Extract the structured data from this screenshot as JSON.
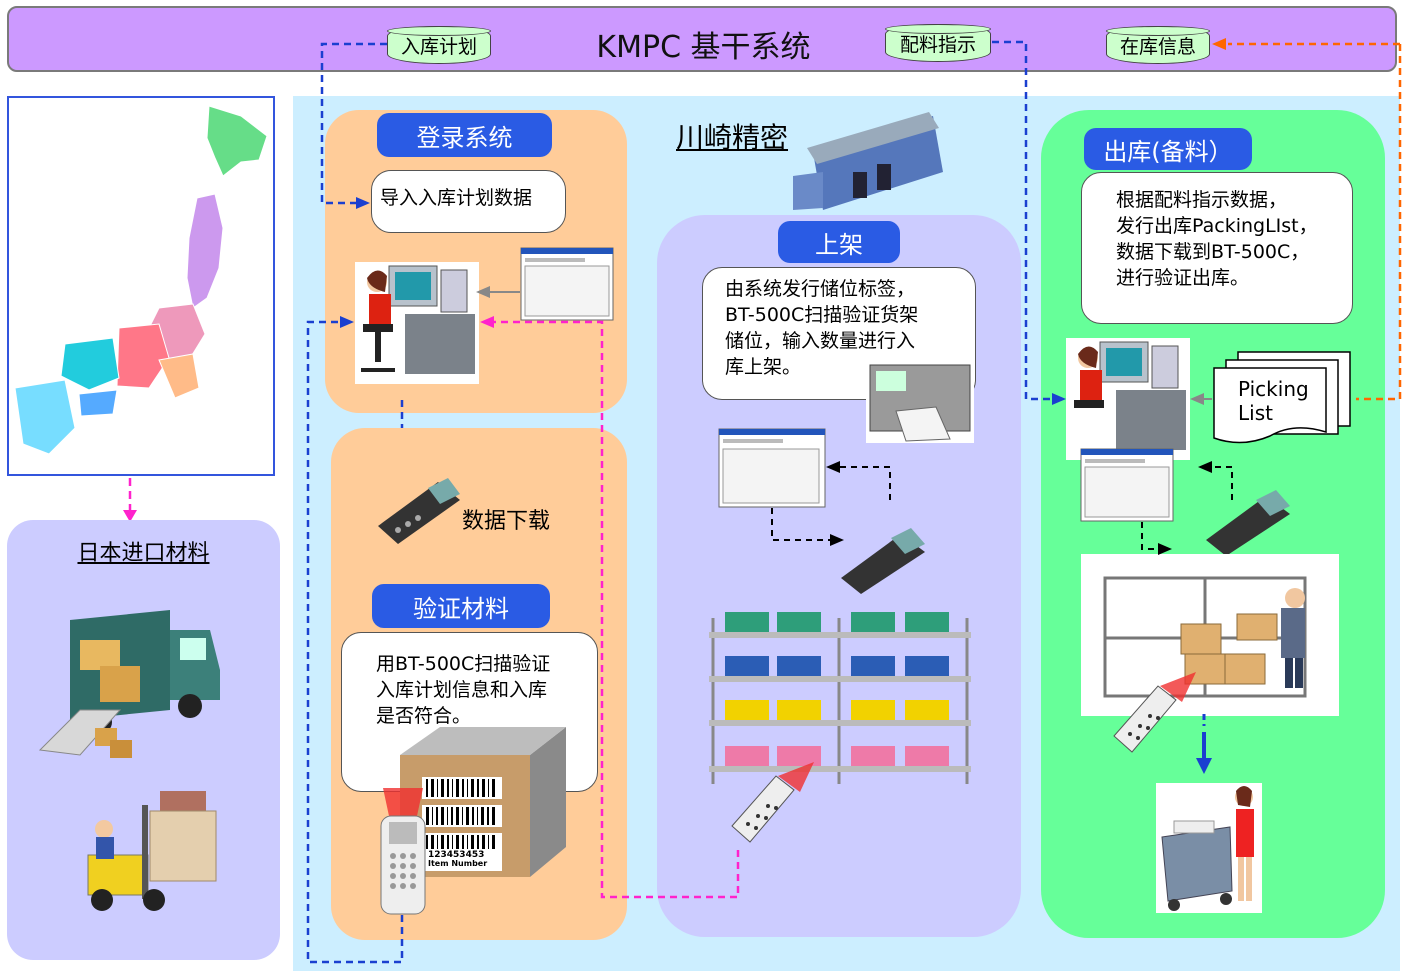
{
  "system": {
    "title": "KMPC  基干系统",
    "db_inbound_plan": "入库计划",
    "db_picking_instruction": "配料指示",
    "db_inventory_info": "在库信息"
  },
  "japan": {
    "label": "日本进口材料"
  },
  "kawasaki": {
    "label": "川崎精密"
  },
  "register": {
    "title": "登录系统",
    "import_note": "导入入库计划数据"
  },
  "download": {
    "label": "数据下载"
  },
  "verify": {
    "title": "验证材料",
    "desc": [
      "用BT-500C扫描验证",
      "入库计划信息和入库",
      "是否符合。"
    ],
    "barcode_number": "123453453",
    "barcode_caption": "Item Number"
  },
  "shelving": {
    "title": "上架",
    "desc": [
      "由系统发行储位标签，",
      "BT-500C扫描验证货架",
      "储位，输入数量进行入",
      "库上架。"
    ]
  },
  "outbound": {
    "title": "出库(备料）",
    "desc": [
      "根据配料指示数据，",
      "发行出库PackingLIst，",
      "数据下载到BT-500C，",
      "进行验证出库。"
    ],
    "picking_list": [
      "Picking",
      "List"
    ]
  },
  "colors": {
    "system_bar": "#cc99ff",
    "db": "#ccffcc",
    "kawasaki_area": "#cceeff",
    "orange_region": "#ffcc99",
    "lavender_region": "#ccccff",
    "green_region": "#66ff99",
    "title_pill": "#2a5be4",
    "arrow_blue": "#1a3fd0",
    "arrow_magenta": "#ff22cc",
    "arrow_orange": "#ff6600"
  }
}
